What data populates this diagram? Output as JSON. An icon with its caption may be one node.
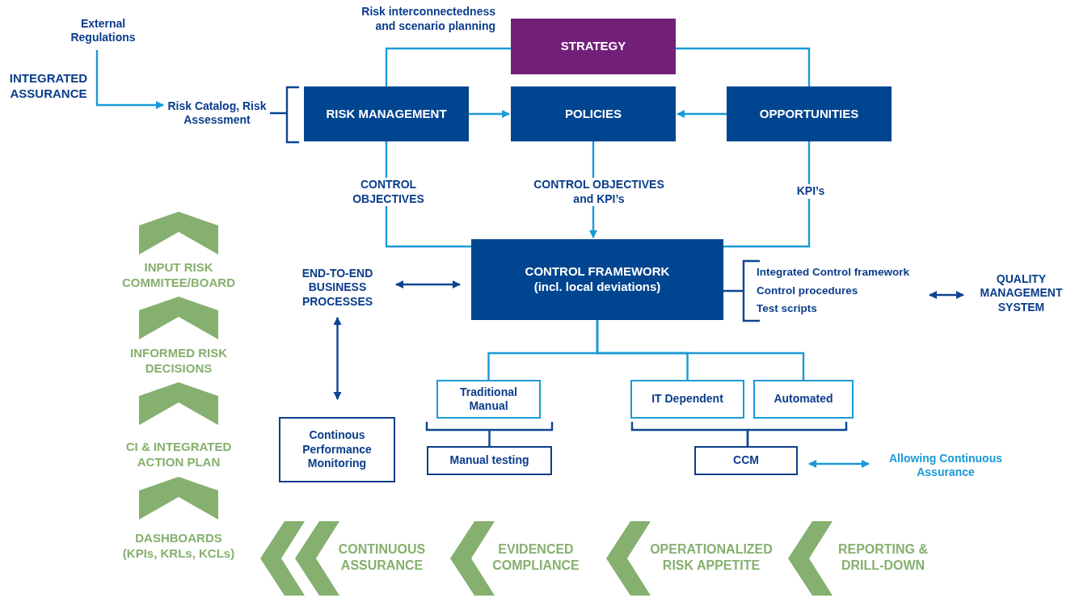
{
  "diagram": {
    "nodes": [
      {
        "text": [
          "External Regulations"
        ]
      },
      {
        "text": [
          "Risk Catalog, Risk Assessment"
        ]
      },
      {
        "text": [
          "RISK MANAGEMENT"
        ]
      },
      {
        "text": [
          "STRATEGY"
        ]
      },
      {
        "text": [
          "POLICIES"
        ]
      },
      {
        "text": [
          "OPPORTUNITIES"
        ]
      },
      {
        "text": [
          "CONTROL FRAMEWORK (incl. local deviations)"
        ]
      },
      {
        "text": [
          "END-TO-END BUSINESS PROCESSES"
        ]
      },
      {
        "text": [
          "Integrated Control framework",
          "Control procedures",
          "Test scripts"
        ]
      },
      {
        "text": [
          "QUALITY MANAGEMENT SYSTEM"
        ]
      },
      {
        "text": [
          "Continous Performance Monitoring"
        ]
      },
      {
        "text": [
          "Traditional Manual"
        ]
      },
      {
        "text": [
          "IT Dependent"
        ]
      },
      {
        "text": [
          "Automated"
        ]
      },
      {
        "text": [
          "Manual testing"
        ]
      },
      {
        "text": [
          "CCM"
        ]
      },
      {
        "text": [
          "Allowing Continuous Assurance"
        ]
      }
    ],
    "edges": [
      {
        "from": 0,
        "to": 1,
        "arrow": "to"
      },
      {
        "from": 1,
        "to": 2,
        "arrow": "none",
        "color": "#0b4592"
      },
      {
        "from": 2,
        "to": 3,
        "arrow": "none",
        "label": "Risk interconnectedness and scenario planning"
      },
      {
        "from": 5,
        "to": 3,
        "arrow": "none"
      },
      {
        "from": 2,
        "to": 4,
        "arrow": "to"
      },
      {
        "from": 5,
        "to": 4,
        "arrow": "to"
      },
      {
        "from": 2,
        "to": 6,
        "arrow": "none",
        "label": "CONTROL OBJECTIVES"
      },
      {
        "from": 4,
        "to": 6,
        "arrow": "to",
        "label": "CONTROL OBJECTIVES and KPI’s"
      },
      {
        "from": 5,
        "to": 6,
        "arrow": "none",
        "label": "KPI’s"
      },
      {
        "from": 7,
        "to": 6,
        "arrow": "both",
        "color": "#0b4592"
      },
      {
        "from": 6,
        "to": 8,
        "arrow": "none",
        "color": "#0b4592"
      },
      {
        "from": 8,
        "to": 9,
        "arrow": "both",
        "color": "#0b4592"
      },
      {
        "from": 7,
        "to": 10,
        "arrow": "both",
        "color": "#0b4592"
      },
      {
        "from": 6,
        "to": 11,
        "arrow": "none"
      },
      {
        "from": 6,
        "to": 12,
        "arrow": "none"
      },
      {
        "from": 6,
        "to": 13,
        "arrow": "none"
      },
      {
        "from": 11,
        "to": 14,
        "arrow": "none",
        "color": "#0b4592"
      },
      {
        "from": 12,
        "to": 15,
        "arrow": "none",
        "color": "#0b4592"
      },
      {
        "from": 13,
        "to": 15,
        "arrow": "none",
        "color": "#0b4592"
      },
      {
        "from": 15,
        "to": 16,
        "arrow": "both"
      }
    ],
    "labels": [
      "INTEGRATED ASSURANCE",
      "INPUT RISK COMMITEE/BOARD",
      "INFORMED RISK DECISIONS",
      "CI & INTEGRATED ACTION PLAN",
      "DASHBOARDS (KPIs, KRLs, KCLs)",
      "CONTINUOUS ASSURANCE",
      "EVIDENCED COMPLIANCE",
      "OPERATIONALIZED RISK APPETITE",
      "REPORTING & DRILL-DOWN"
    ]
  }
}
